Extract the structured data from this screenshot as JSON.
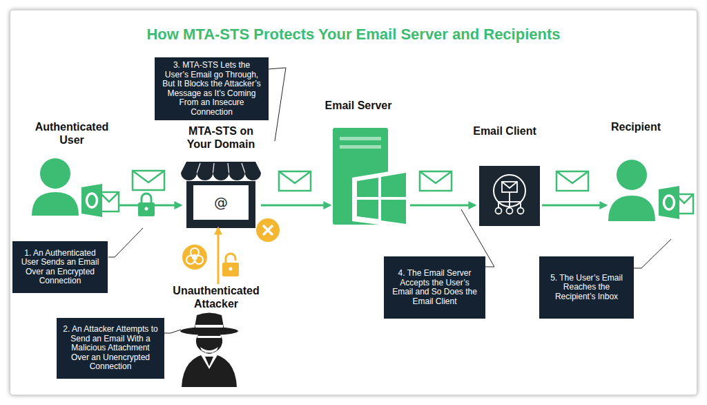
{
  "diagram": {
    "title": "How MTA-STS Protects Your Email Server and Recipients",
    "nodes": [
      {
        "text": [
          "Authenticated User"
        ]
      },
      {
        "text": [
          "MTA-STS on Your Domain"
        ]
      },
      {
        "text": [
          "Email Server"
        ]
      },
      {
        "text": [
          "Email Client"
        ]
      },
      {
        "text": [
          "Recipient"
        ]
      },
      {
        "text": [
          "Unauthenticated Attacker"
        ]
      },
      {
        "text": [
          "1. An Authenticated User Sends an Email Over an Encrypted Connection"
        ]
      },
      {
        "text": [
          "2. An Attacker Attempts to Send an Email With a Malicious Attachment Over an Unencrypted Connection"
        ]
      },
      {
        "text": [
          "3. MTA-STS Lets the User’s Email go Through, But It Blocks the Attacker’s Message as It’s Coming From an Insecure Connection"
        ]
      },
      {
        "text": [
          "4. The Email Server Accepts the User’s Email and So Does the Email Client"
        ]
      },
      {
        "text": [
          "5. The User’s Email Reaches the Recipient’s Inbox"
        ]
      }
    ],
    "edges": [
      {
        "from": 0,
        "to": 1,
        "arrow": "to"
      },
      {
        "from": 1,
        "to": 2,
        "arrow": "to"
      },
      {
        "from": 2,
        "to": 3,
        "arrow": "to"
      },
      {
        "from": 3,
        "to": 4,
        "arrow": "to"
      },
      {
        "from": 5,
        "to": 1,
        "arrow": "to"
      }
    ],
    "labels": [
      "@"
    ]
  }
}
